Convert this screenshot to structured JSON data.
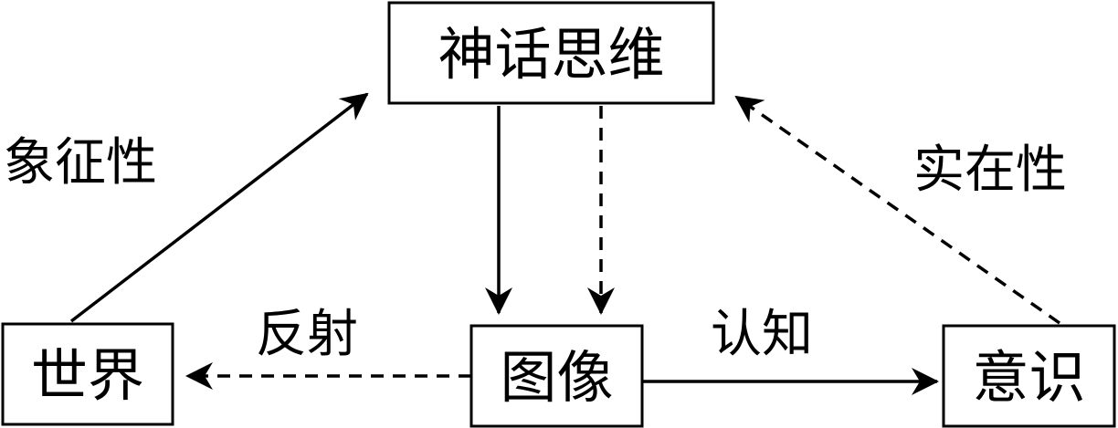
{
  "nodes": {
    "mythical_thinking": "神话思维",
    "world": "世界",
    "image": "图像",
    "consciousness": "意识"
  },
  "edge_labels": {
    "symbolism": "象征性",
    "reality": "实在性",
    "reflection": "反射",
    "cognition": "认知"
  },
  "colors": {
    "line": "#000000",
    "background": "#ffffff"
  }
}
